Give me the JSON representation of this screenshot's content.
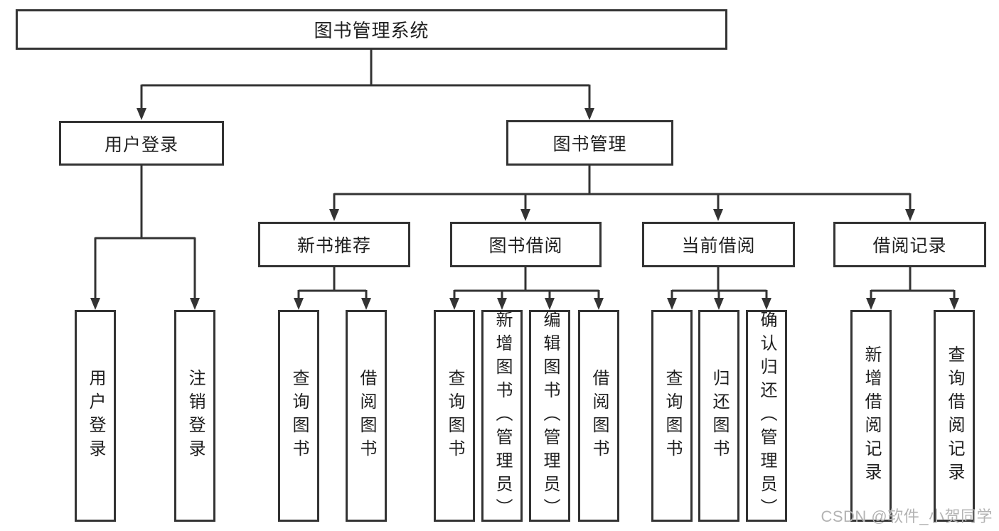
{
  "diagram": {
    "root": {
      "label": "图书管理系统"
    },
    "branches": [
      {
        "label": "用户登录",
        "children": [
          {
            "label": "用户登录"
          },
          {
            "label": "注销登录"
          }
        ]
      },
      {
        "label": "图书管理",
        "children": [
          {
            "label": "新书推荐",
            "children": [
              {
                "label": "查询图书"
              },
              {
                "label": "借阅图书"
              }
            ]
          },
          {
            "label": "图书借阅",
            "children": [
              {
                "label": "查询图书"
              },
              {
                "label": "新增图书（管理员）"
              },
              {
                "label": "编辑图书（管理员）"
              },
              {
                "label": "借阅图书"
              }
            ]
          },
          {
            "label": "当前借阅",
            "children": [
              {
                "label": "查询图书"
              },
              {
                "label": "归还图书"
              },
              {
                "label": "确认归还（管理员）"
              }
            ]
          },
          {
            "label": "借阅记录",
            "children": [
              {
                "label": "新增借阅记录"
              },
              {
                "label": "查询借阅记录"
              }
            ]
          }
        ]
      }
    ]
  },
  "watermark": {
    "text": "CSDN @软件_小贺同学"
  },
  "colors": {
    "line": "#333333",
    "box_border": "#333333",
    "text": "#1f1f1f",
    "watermark": "#b3b3b3",
    "background": "#ffffff"
  }
}
